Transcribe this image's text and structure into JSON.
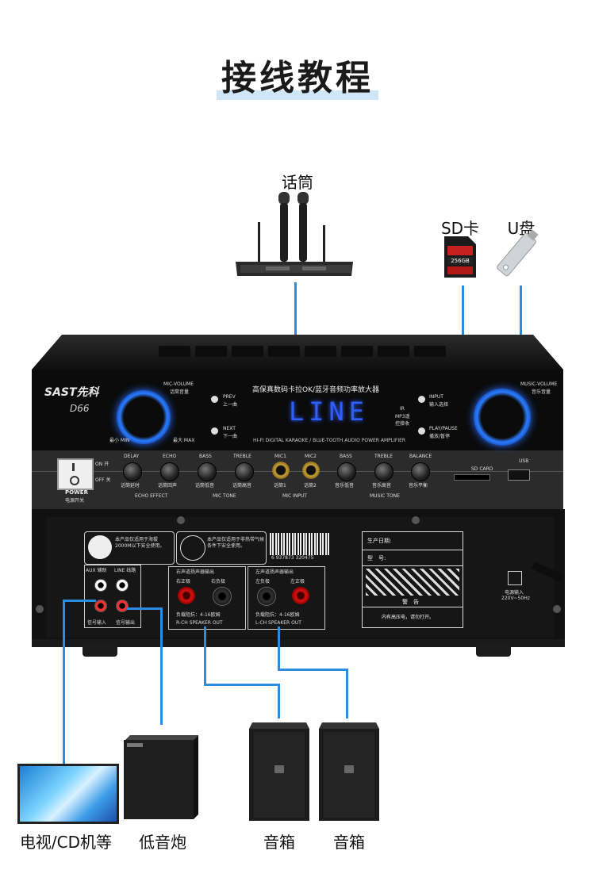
{
  "title": "接线教程",
  "labels": {
    "microphone": "话筒",
    "sd_card": "SD卡",
    "usb": "U盘",
    "tv_cd": "电视/CD机等",
    "subwoofer": "低音炮",
    "speaker_left": "音箱",
    "speaker_right": "音箱"
  },
  "amplifier": {
    "brand": "SAST先科",
    "model": "D66",
    "name_cn": "高保真数码卡拉OK/蓝牙音频功率放大器",
    "name_en": "HI-FI DIGITAL KARAOKE / BLUE-TOOTH AUDIO POWER AMPLIFIER",
    "display": "LINE",
    "mic_volume": "MIC-VOLUME",
    "mic_volume_cn": "话筒音量",
    "music_volume": "MUSIC-VOLUME",
    "music_volume_cn": "音乐音量",
    "prev": "PREV",
    "prev_cn": "上一曲",
    "next": "NEXT",
    "next_cn": "下一曲",
    "input": "INPUT",
    "input_cn": "输入选择",
    "play_pause": "PLAY/PAUSE",
    "play_pause_cn": "播放/暂停",
    "mode": "IR",
    "mode_sub": "MP3遥控接收",
    "power": "POWER",
    "power_cn": "电源开关",
    "on": "ON 开",
    "off": "OFF 关",
    "sd_card": "SD CARD",
    "usb": "USB",
    "knobs": [
      {
        "en": "DELAY",
        "cn": "话筒延时"
      },
      {
        "en": "ECHO",
        "cn": "话筒回声"
      },
      {
        "en": "BASS",
        "cn": "话筒低音"
      },
      {
        "en": "TREBLE",
        "cn": "话筒高音"
      },
      {
        "en": "MIC1",
        "cn": "话筒1"
      },
      {
        "en": "MIC2",
        "cn": "话筒2"
      },
      {
        "en": "BASS",
        "cn": "音乐低音"
      },
      {
        "en": "TREBLE",
        "cn": "音乐高音"
      },
      {
        "en": "BALANCE",
        "cn": "音乐平衡"
      }
    ],
    "sections": [
      "ECHO EFFECT",
      "MIC TONE",
      "MIC INPUT",
      "MUSIC TONE"
    ],
    "min": "最小 MIN",
    "max": "最大 MAX"
  },
  "rear": {
    "warning_box": "本产品仅适用于海拔2000M以下安全使用。",
    "climate_box": "本产品仅适用于非热带气候条件下安全使用。",
    "barcode_number": "6 937873 320475",
    "production_date": "生产日期:",
    "model_label": "型　号:",
    "warning_title": "警　告",
    "warning_text": "内有高压电，请勿打开。",
    "aux_in": "AUX 辅助",
    "line_out": "LINE 线路",
    "signal_in": "信号输入",
    "signal_out": "信号输出",
    "right_speaker": "右声道扬声器输出",
    "left_speaker": "左声道扬声器输出",
    "right_pos": "右正极",
    "right_neg": "右负极",
    "left_neg": "左负极",
    "left_pos": "左正极",
    "impedance_r": "负载阻抗：4-16欧姆",
    "impedance_l": "负载阻抗：4-16欧姆",
    "rch": "R-CH SPEAKER OUT",
    "lch": "L-CH SPEAKER OUT",
    "power_in": "电源输入",
    "voltage": "220V~50Hz"
  },
  "colors": {
    "wire": "#2c8de0",
    "title_bar": "#cfe6f7",
    "display": "#2f5dff"
  }
}
